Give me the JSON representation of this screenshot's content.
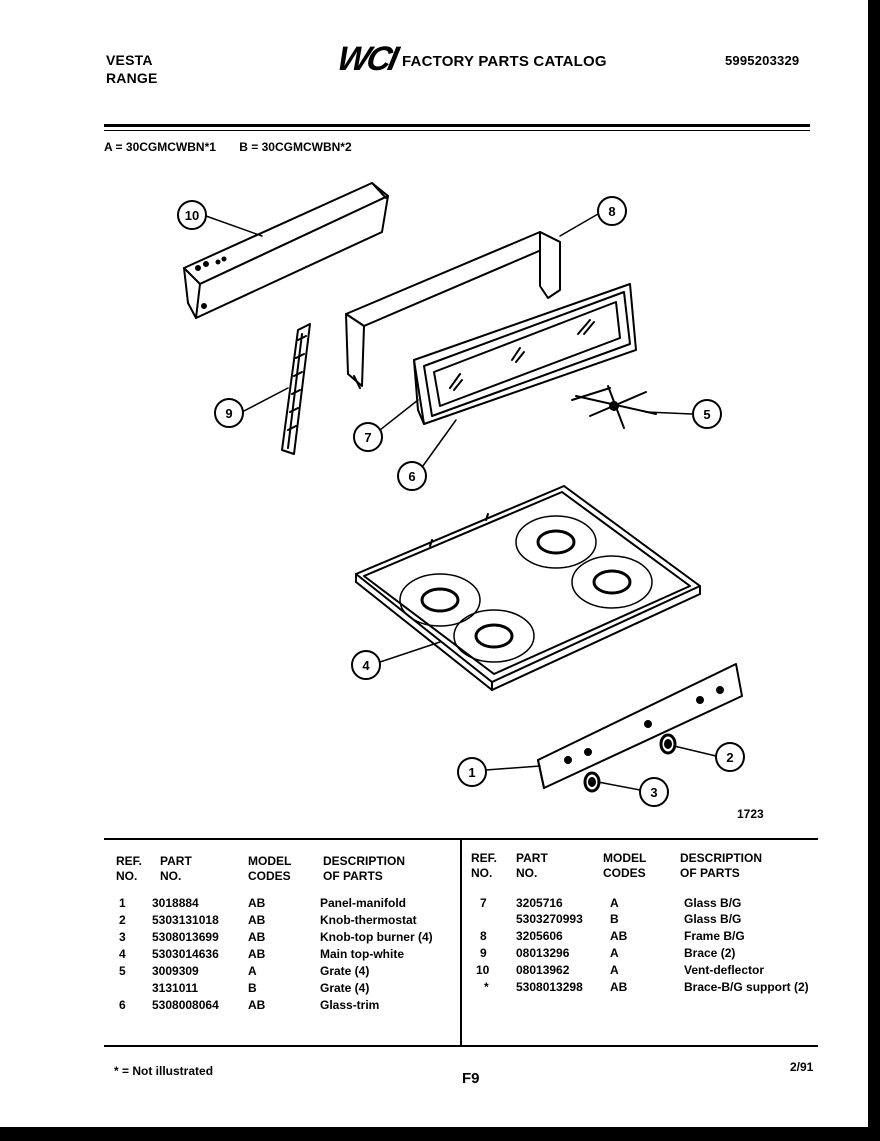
{
  "header": {
    "brand": "VESTA",
    "product": "RANGE",
    "logo": "WCI",
    "catalog_title": "FACTORY PARTS CATALOG",
    "catalog_number": "5995203329"
  },
  "models": {
    "a": "A = 30CGMCWBN*1",
    "b": "B = 30CGMCWBN*2"
  },
  "figure_number": "1723",
  "callouts": [
    "1",
    "2",
    "3",
    "4",
    "5",
    "6",
    "7",
    "8",
    "9",
    "10"
  ],
  "table": {
    "headers": {
      "ref": [
        "REF.",
        "NO."
      ],
      "part": [
        "PART",
        "NO."
      ],
      "model": [
        "MODEL",
        "CODES"
      ],
      "desc": [
        "DESCRIPTION",
        "OF PARTS"
      ]
    },
    "left_rows": [
      {
        "ref": "1",
        "part": "3018884",
        "model": "AB",
        "desc": "Panel-manifold"
      },
      {
        "ref": "2",
        "part": "5303131018",
        "model": "AB",
        "desc": "Knob-thermostat"
      },
      {
        "ref": "3",
        "part": "5308013699",
        "model": "AB",
        "desc": "Knob-top burner (4)"
      },
      {
        "ref": "4",
        "part": "5303014636",
        "model": "AB",
        "desc": "Main top-white"
      },
      {
        "ref": "5",
        "part": "3009309",
        "model": "A",
        "desc": "Grate (4)"
      },
      {
        "ref": "",
        "part": "3131011",
        "model": "B",
        "desc": "Grate (4)"
      },
      {
        "ref": "6",
        "part": "5308008064",
        "model": "AB",
        "desc": "Glass-trim"
      }
    ],
    "right_rows": [
      {
        "ref": "7",
        "part": "3205716",
        "model": "A",
        "desc": "Glass B/G"
      },
      {
        "ref": "",
        "part": "5303270993",
        "model": "B",
        "desc": "Glass B/G"
      },
      {
        "ref": "8",
        "part": "3205606",
        "model": "AB",
        "desc": "Frame B/G"
      },
      {
        "ref": "9",
        "part": "08013296",
        "model": "A",
        "desc": "Brace (2)"
      },
      {
        "ref": "10",
        "part": "08013962",
        "model": "A",
        "desc": "Vent-deflector"
      },
      {
        "ref": "*",
        "part": "5308013298",
        "model": "AB",
        "desc": "Brace-B/G support (2)"
      }
    ]
  },
  "footer": {
    "note": "* = Not illustrated",
    "page": "F9",
    "date": "2/91"
  }
}
